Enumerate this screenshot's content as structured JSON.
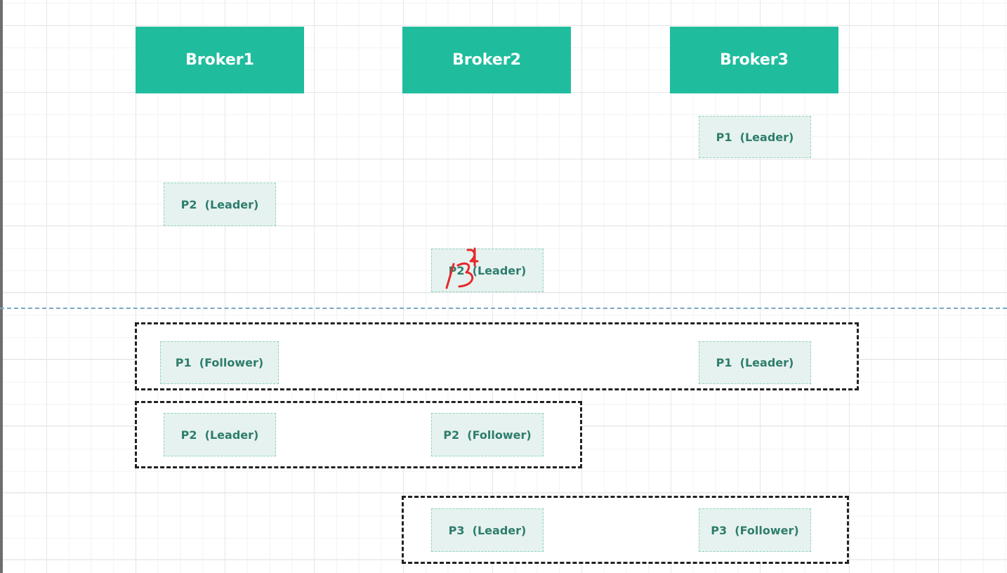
{
  "brokers": [
    {
      "label": "Broker1"
    },
    {
      "label": "Broker2"
    },
    {
      "label": "Broker3"
    }
  ],
  "top_partitions": [
    {
      "label": "P1  (Leader)"
    },
    {
      "label": "P2  (Leader)"
    },
    {
      "label": "P2  (Leader)"
    }
  ],
  "groups": [
    {
      "left": {
        "label": "P1  (Follower)"
      },
      "right": {
        "label": "P1  (Leader)"
      }
    },
    {
      "left": {
        "label": "P2  (Leader)"
      },
      "right": {
        "label": "P2  (Follower)"
      }
    },
    {
      "left": {
        "label": "P3  (Leader)"
      },
      "right": {
        "label": "P3  (Follower)"
      }
    }
  ],
  "colors": {
    "broker_fill": "#1fbd9e",
    "partition_fill": "#e6f2ef",
    "partition_text": "#2e7d6d",
    "annotation": "#e8262a"
  }
}
